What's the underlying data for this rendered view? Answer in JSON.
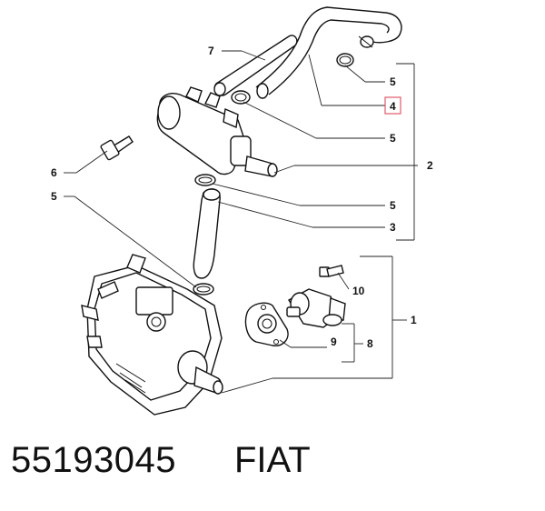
{
  "callouts": {
    "c1": "1",
    "c2": "2",
    "c3": "3",
    "c4": "4",
    "c5a": "5",
    "c5b": "5",
    "c5c": "5",
    "c5d": "5",
    "c6": "6",
    "c7": "7",
    "c8": "8",
    "c9": "9",
    "c10": "10"
  },
  "highlight_color": "#e05a6a",
  "footer": {
    "part_number": "55193045",
    "brand": "FIAT"
  }
}
